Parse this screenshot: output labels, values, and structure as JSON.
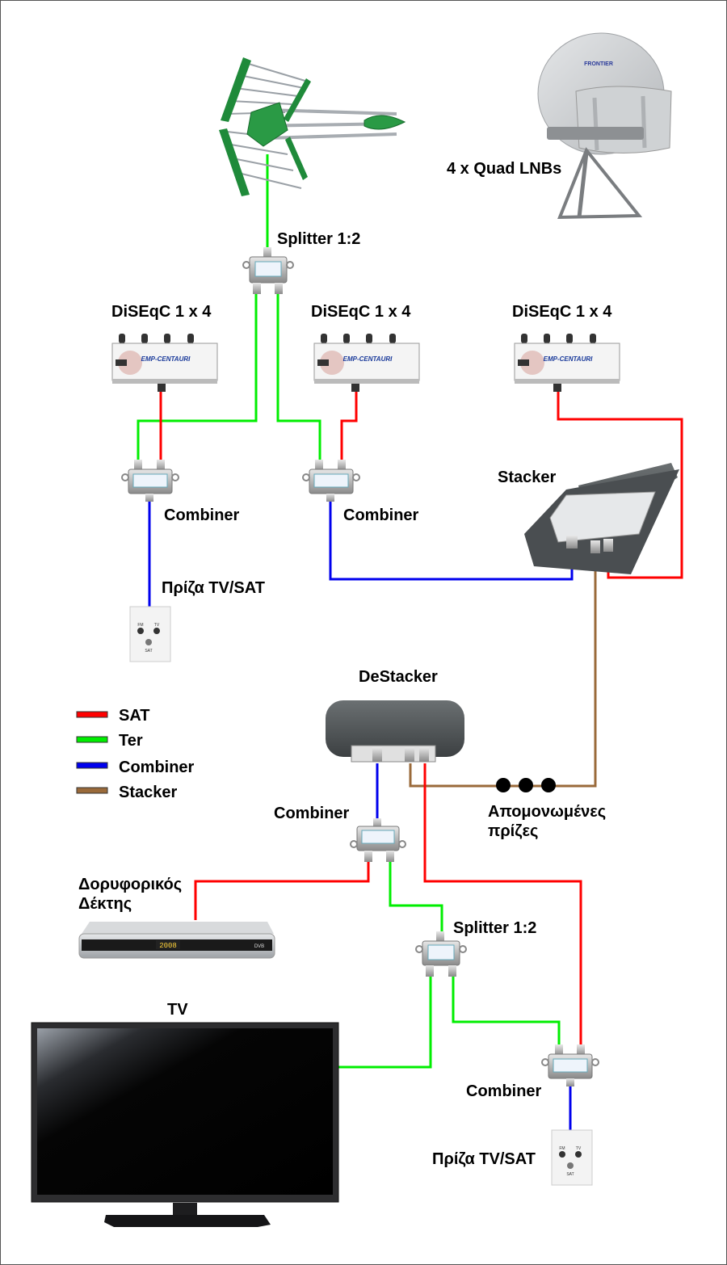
{
  "colors": {
    "sat": "#ff0000",
    "ter": "#00ee00",
    "combiner": "#0000ee",
    "stacker": "#9a6a3a"
  },
  "labels": {
    "splitter_top": "Splitter 1:2",
    "lnbs": "4 x Quad LNBs",
    "diseqc_1": "DiSEqC 1 x 4",
    "diseqc_2": "DiSEqC 1 x 4",
    "diseqc_3": "DiSEqC 1 x 4",
    "combiner_1": "Combiner",
    "combiner_2": "Combiner",
    "combiner_3": "Combiner",
    "combiner_4": "Combiner",
    "socket_1": "Πρίζα TV/SAT",
    "socket_2": "Πρίζα TV/SAT",
    "stacker": "Stacker",
    "destacker": "DeStacker",
    "isolated_sockets_line1": "Απομονωμένες",
    "isolated_sockets_line2": "πρίζες",
    "receiver_line1": "Δορυφορικός",
    "receiver_line2": "Δέκτης",
    "splitter_bottom": "Splitter 1:2",
    "tv": "TV"
  },
  "legend": [
    {
      "key": "sat",
      "label": "SAT"
    },
    {
      "key": "ter",
      "label": "Ter"
    },
    {
      "key": "combiner",
      "label": "Combiner"
    },
    {
      "key": "stacker",
      "label": "Stacker"
    }
  ],
  "devices": {
    "dish_brand": "FRONTIER",
    "diseqc_brand": "EMP-CENTAURI",
    "receiver_display": "2008",
    "receiver_badge": "DVB",
    "socket_ports": [
      "FM",
      "TV",
      "SAT"
    ]
  }
}
